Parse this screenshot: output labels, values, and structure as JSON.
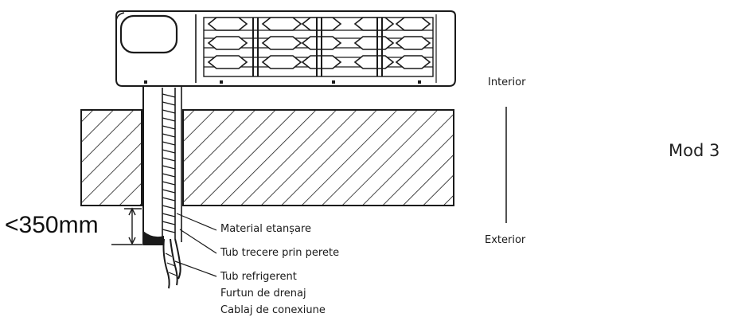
{
  "labels": {
    "interior": "Interior",
    "exterior": "Exterior",
    "mode": "Mod 3",
    "distance": "<350mm",
    "callouts": [
      "Material etanșare",
      "Tub trecere prin perete",
      "Tub refrigerent",
      "Furtun de drenaj",
      "Cablaj de conexiune"
    ]
  },
  "colors": {
    "line": "#1a1a1a",
    "background": "#ffffff"
  }
}
